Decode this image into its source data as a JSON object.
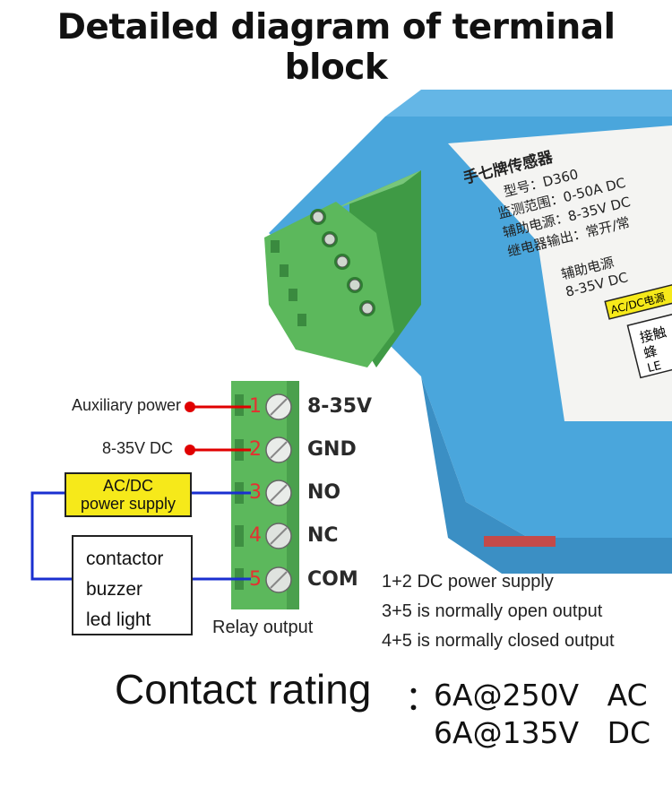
{
  "title": "Detailed diagram of terminal block",
  "label_sticker": {
    "line1": "手七牌传感器",
    "line2": "型号：D360",
    "line3": "监测范围：0-50A DC",
    "line4": "辅助电源：8-35V DC",
    "line5": "继电器输出：常开/常",
    "line6": "辅助电源",
    "line7": "8-35V DC",
    "line8": "AC/DC电源",
    "line9": "接触",
    "line10": "蜂",
    "line11": "LE"
  },
  "terminals": [
    {
      "number": "1",
      "label": "8-35V"
    },
    {
      "number": "2",
      "label": "GND"
    },
    {
      "number": "3",
      "label": "NO"
    },
    {
      "number": "4",
      "label": "NC"
    },
    {
      "number": "5",
      "label": "COM"
    }
  ],
  "aux_power": {
    "line1": "Auxiliary power",
    "line2": "8-35V  DC"
  },
  "acdc_box": {
    "line1": "AC/DC",
    "line2": "power supply"
  },
  "load_box": {
    "items": [
      "contactor",
      "buzzer",
      "led light"
    ]
  },
  "relay_output_label": "Relay output",
  "notes": [
    "1+2 DC power supply",
    "3+5 is normally open output",
    "4+5 is normally closed output"
  ],
  "contact": {
    "title": "Contact rating",
    "colon": "：",
    "ac": "6A@250V   AC",
    "dc": "6A@135V   DC"
  },
  "colors": {
    "housing_blue": "#4aa6dc",
    "terminal_green": "#5cb85c",
    "wire_red": "#e00000",
    "wire_blue": "#1a2fd0",
    "acdc_yellow": "#f6e91a"
  }
}
